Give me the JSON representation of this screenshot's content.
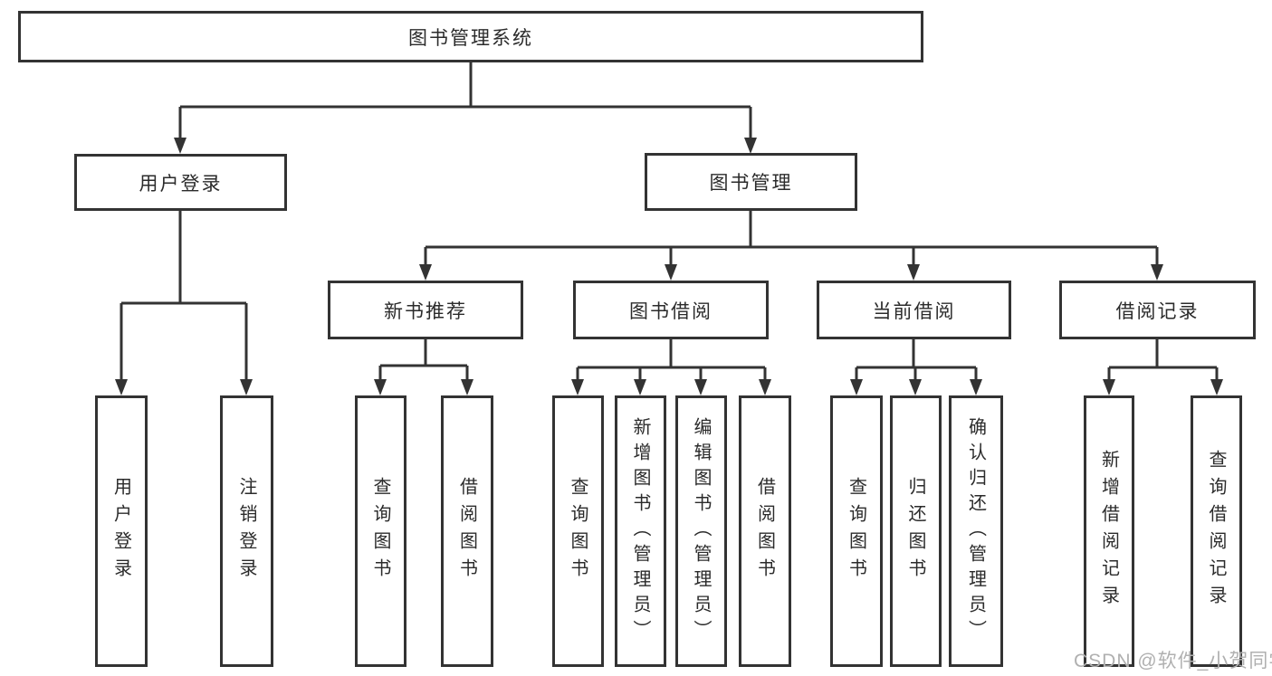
{
  "diagram": {
    "root": {
      "label": "图书管理系统"
    },
    "login": {
      "label": "用户登录",
      "children": [
        {
          "label": "用户登录"
        },
        {
          "label": "注销登录"
        }
      ]
    },
    "management": {
      "label": "图书管理",
      "modules": [
        {
          "label": "新书推荐",
          "children": [
            {
              "label": "查询图书"
            },
            {
              "label": "借阅图书"
            }
          ]
        },
        {
          "label": "图书借阅",
          "children": [
            {
              "label": "查询图书"
            },
            {
              "label": "新增图书（管理员）"
            },
            {
              "label": "编辑图书（管理员）"
            },
            {
              "label": "借阅图书"
            }
          ]
        },
        {
          "label": "当前借阅",
          "children": [
            {
              "label": "查询图书"
            },
            {
              "label": "归还图书"
            },
            {
              "label": "确认归还（管理员）"
            }
          ]
        },
        {
          "label": "借阅记录",
          "children": [
            {
              "label": "新增借阅记录"
            },
            {
              "label": "查询借阅记录"
            }
          ]
        }
      ]
    }
  },
  "watermark": {
    "text": "CSDN @软件_小贺同学"
  },
  "colors": {
    "line": "#333333",
    "text": "#2b2b2b",
    "watermark": "#b0b0b0",
    "background": "#ffffff"
  }
}
